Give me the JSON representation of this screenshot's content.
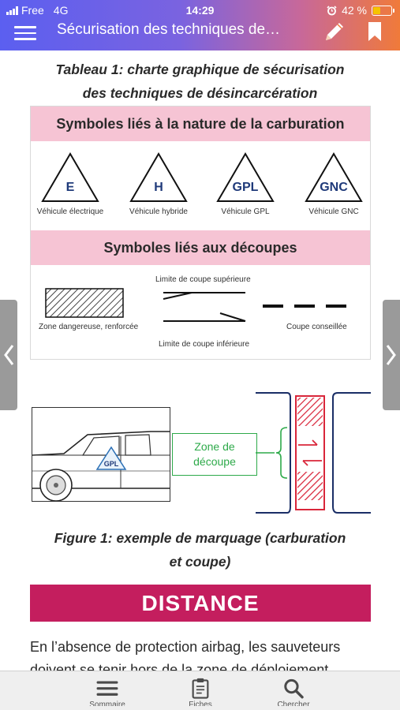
{
  "status_bar": {
    "carrier": "Free",
    "network": "4G",
    "time": "14:29",
    "battery_percent": "42 %",
    "battery_level": 0.42,
    "alarm_icon": "alarm-clock-icon"
  },
  "app_bar": {
    "title": "Sécurisation des techniques de…",
    "menu_icon": "hamburger-menu-icon",
    "edit_icon": "pencil-icon",
    "bookmark_icon": "bookmark-icon"
  },
  "article": {
    "table_caption_line1": "Tableau 1: charte graphique de sécurisation",
    "table_caption_line2": "des techniques de désincarcération",
    "chart": {
      "fuel_header": "Symboles liés à la nature de la carburation",
      "fuel_symbols": [
        {
          "letter": "E",
          "label": "Véhicule électrique"
        },
        {
          "letter": "H",
          "label": "Véhicule hybride"
        },
        {
          "letter": "GPL",
          "label": "Véhicule GPL"
        },
        {
          "letter": "GNC",
          "label": "Véhicule GNC"
        }
      ],
      "cut_header": "Symboles liés aux découpes",
      "cut_symbols": {
        "zone": "Zone dangereuse, renforcée",
        "upper_limit": "Limite de coupe supérieure",
        "lower_limit": "Limite de coupe inférieure",
        "advised_cut": "Coupe conseillée"
      }
    },
    "figure": {
      "car_badge": "GPL",
      "zone_label_line1": "Zone de",
      "zone_label_line2": "découpe"
    },
    "figure_caption_line1": "Figure 1: exemple de marquage (carburation",
    "figure_caption_line2": "et coupe)",
    "section_title": "DISTANCE",
    "paragraph": "En l’absence de protection airbag, les sauveteurs doivent se tenir hors de la zone de déploiement"
  },
  "bottom_bar": {
    "items": [
      {
        "icon": "list-menu-icon",
        "label": "Sommaire"
      },
      {
        "icon": "clipboard-icon",
        "label": "Fiches"
      },
      {
        "icon": "search-icon",
        "label": "Chercher"
      }
    ]
  },
  "colors": {
    "accent": "#c41e5e",
    "band_pink": "#f6c4d4",
    "zone_green": "#2eaa4a",
    "symbol_blue": "#1f3a7a",
    "hatch_red": "#d9263a"
  }
}
